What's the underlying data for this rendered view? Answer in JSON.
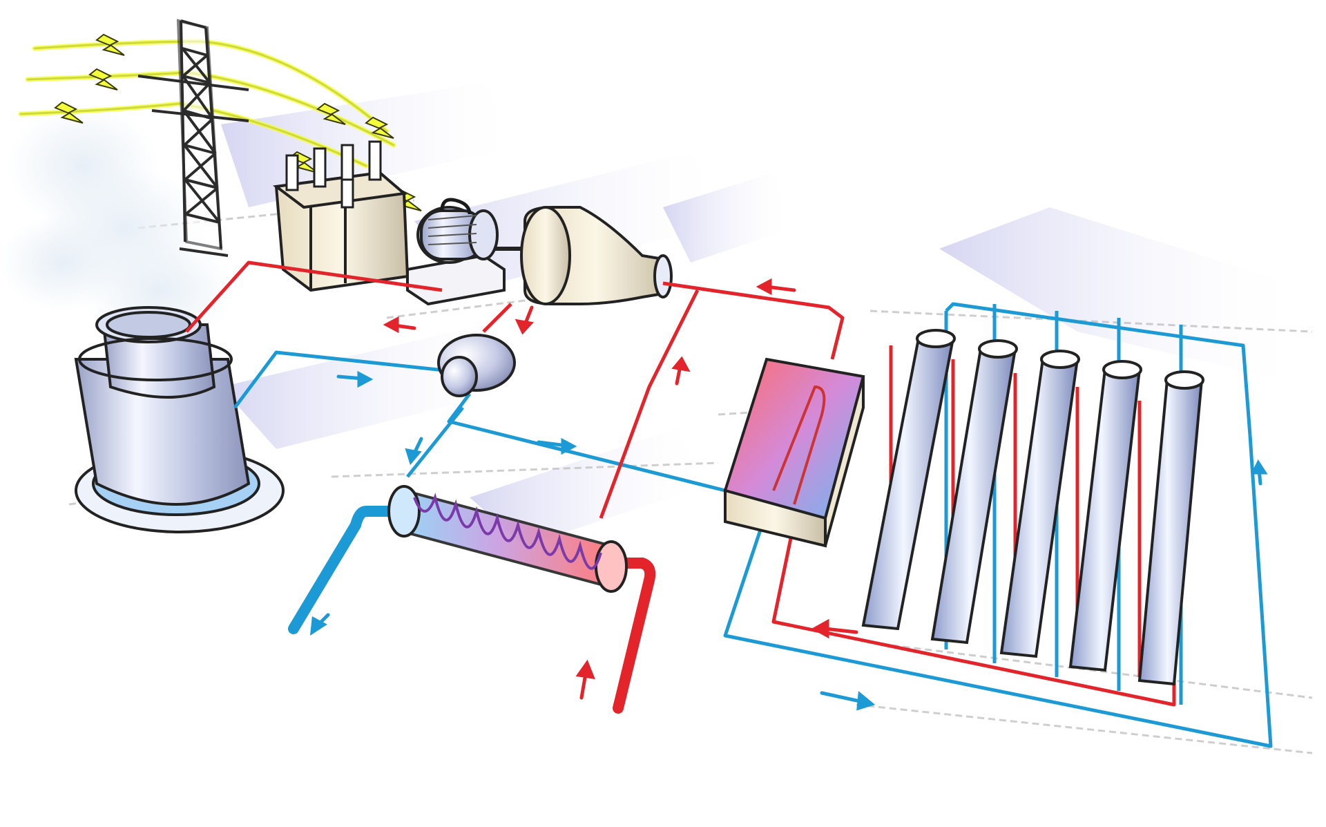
{
  "diagram": {
    "components": [
      {
        "id": "transmission-tower",
        "icon": "power-tower-icon"
      },
      {
        "id": "transformer",
        "icon": "transformer-icon"
      },
      {
        "id": "generator",
        "icon": "generator-icon"
      },
      {
        "id": "steam-turbine",
        "icon": "turbine-icon"
      },
      {
        "id": "cooling-tower",
        "icon": "cooling-tower-icon"
      },
      {
        "id": "condenser-drum",
        "icon": "drum-icon"
      },
      {
        "id": "heat-exchanger",
        "icon": "heat-exchanger-icon"
      },
      {
        "id": "storage-tank",
        "icon": "thermal-storage-icon"
      },
      {
        "id": "solar-trough-collectors",
        "icon": "parabolic-trough-icon",
        "count": 5
      }
    ],
    "colors": {
      "hot_pipe": "#e3242b",
      "cold_pipe": "#1b9ad6",
      "electric": "#f2ff3a",
      "steam": "#cfdbe8"
    }
  }
}
